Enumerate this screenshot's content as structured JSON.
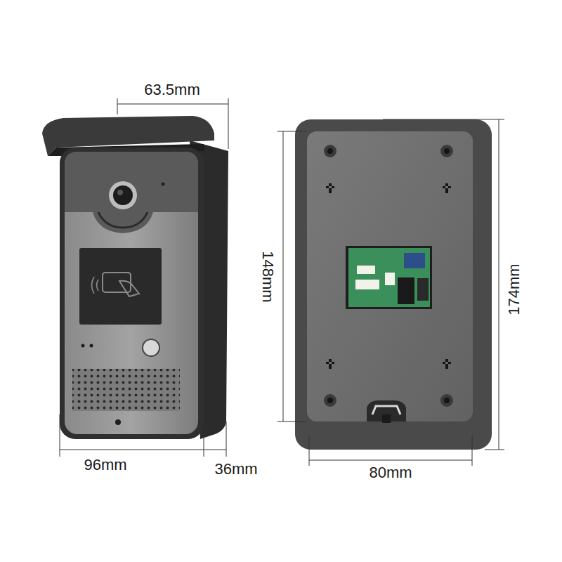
{
  "diagram": {
    "labels": [
      "63.5mm",
      "148mm",
      "174mm",
      "96mm",
      "36mm",
      "80mm"
    ]
  }
}
